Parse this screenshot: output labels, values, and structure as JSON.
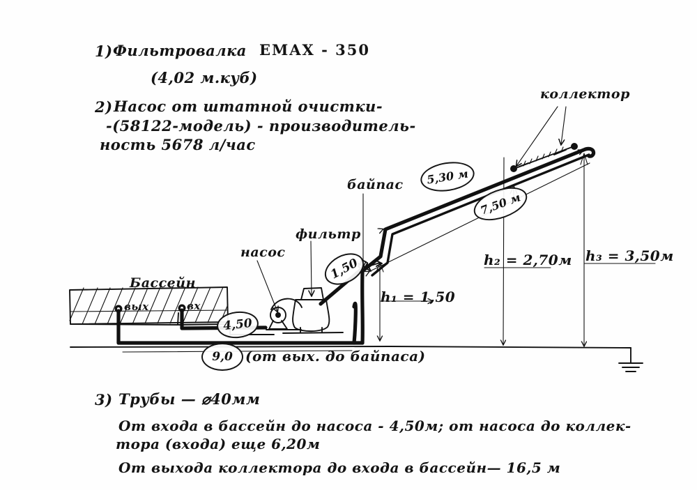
{
  "document": {
    "kind": "hand-drawn engineering sketch",
    "language": "Russian",
    "paper_color": "#fefefe",
    "ink_color": "#141414"
  },
  "notes": {
    "item1": {
      "number": "1)",
      "title": "Фильтровалка",
      "model": "EMAX - 350",
      "capacity": "(4,02 м.куб)"
    },
    "item2": {
      "number": "2)",
      "line1": "Насос от штатной очистки-",
      "line2": "-(58122-модель) - производитель-",
      "line3": "ность 5678 л/час"
    },
    "item3": {
      "number": "3)",
      "line1": "Трубы  —  ⌀40мм",
      "line2": "От входа в бассейн до насоса - 4,50м; от насоса до коллек-",
      "line3": "тора (входа) еще 6,20м",
      "line4": "От выхода коллектора до входа в бассейн— 16,5 м"
    }
  },
  "diagram": {
    "labels": {
      "pool": "Бассейн",
      "pool_outlet": "вых",
      "pool_inlet": "вх",
      "pump": "насос",
      "filter": "фильтр",
      "bypass": "байпас",
      "collector": "коллектор"
    },
    "callouts": {
      "pool_to_pump": "4,50",
      "outlet_run": "9,0",
      "outlet_run_note": "(от вых. до байпаса)",
      "bypass_riser": "1,50",
      "upper_run": "5,30 м",
      "mid_run": "7,50 м"
    },
    "heights": {
      "h1": "h₁ = 1,50",
      "h2": "h₂ = 2,70м",
      "h3": "h₃ = 3,50м"
    },
    "ground_symbol": "earth-ground"
  }
}
